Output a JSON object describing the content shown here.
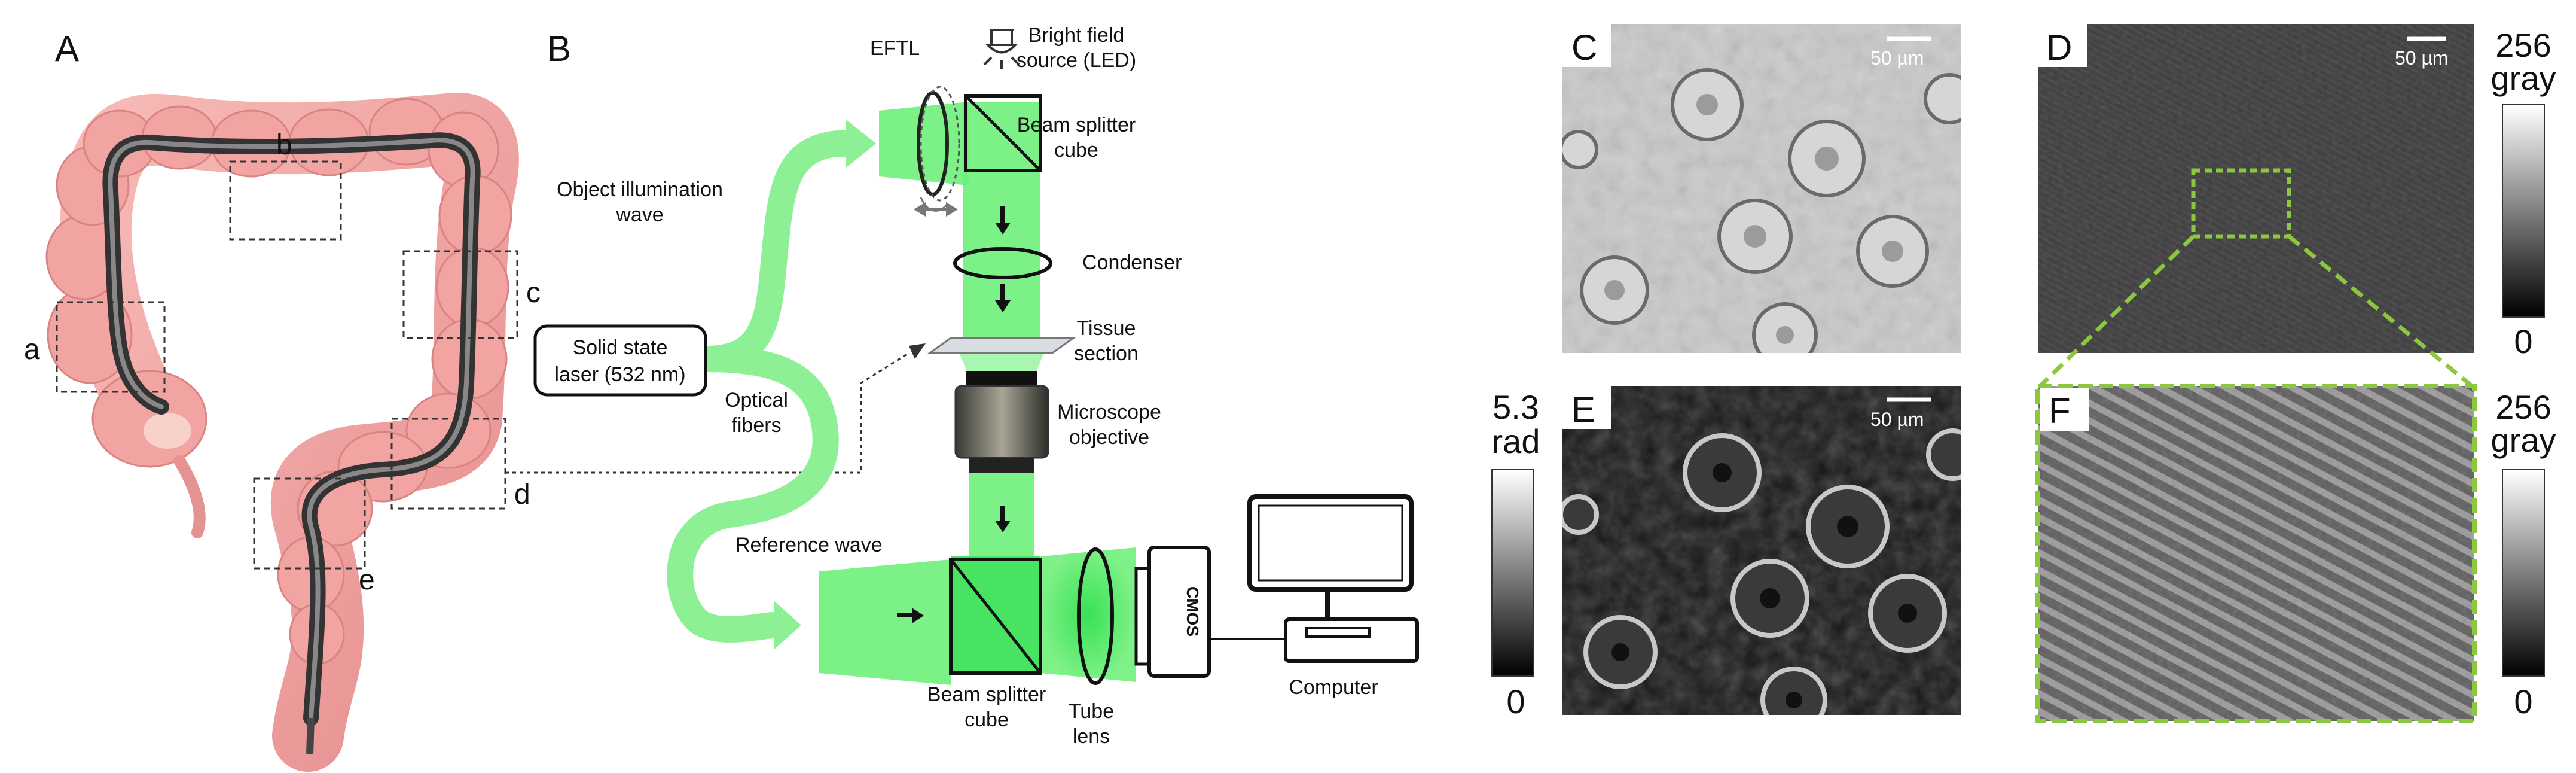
{
  "panels": {
    "A": "A",
    "B": "B",
    "C": "C",
    "D": "D",
    "E": "E",
    "F": "F"
  },
  "colon_regions": [
    "a",
    "b",
    "c",
    "d",
    "e"
  ],
  "setup": {
    "eftl": "EFTL",
    "bright_field_1": "Bright field",
    "bright_field_2": "source (LED)",
    "beam_splitter_top_1": "Beam splitter",
    "beam_splitter_top_2": "cube",
    "object_wave_1": "Object illumination",
    "object_wave_2": "wave",
    "condenser": "Condenser",
    "tissue_1": "Tissue",
    "tissue_2": "section",
    "laser_1": "Solid state",
    "laser_2": "laser (532 nm)",
    "fibers_1": "Optical",
    "fibers_2": "fibers",
    "objective_1": "Microscope",
    "objective_2": "objective",
    "reference_wave": "Reference wave",
    "camera": "CMOS",
    "beam_splitter_bottom_1": "Beam splitter",
    "beam_splitter_bottom_2": "cube",
    "tube_lens_1": "Tube",
    "tube_lens_2": "lens",
    "computer": "Computer"
  },
  "scale_bar_label": "50 µm",
  "colorbars": {
    "D": {
      "max": "256",
      "unit": "gray",
      "min": "0"
    },
    "E": {
      "max": "5.3",
      "unit": "rad",
      "min": "0"
    },
    "F": {
      "max": "256",
      "unit": "gray",
      "min": "0"
    }
  },
  "colors": {
    "colon": "#f0a3a3",
    "endoscope": "#555555",
    "beam": "#6ef07a",
    "zoom_box": "#8dc63f"
  }
}
